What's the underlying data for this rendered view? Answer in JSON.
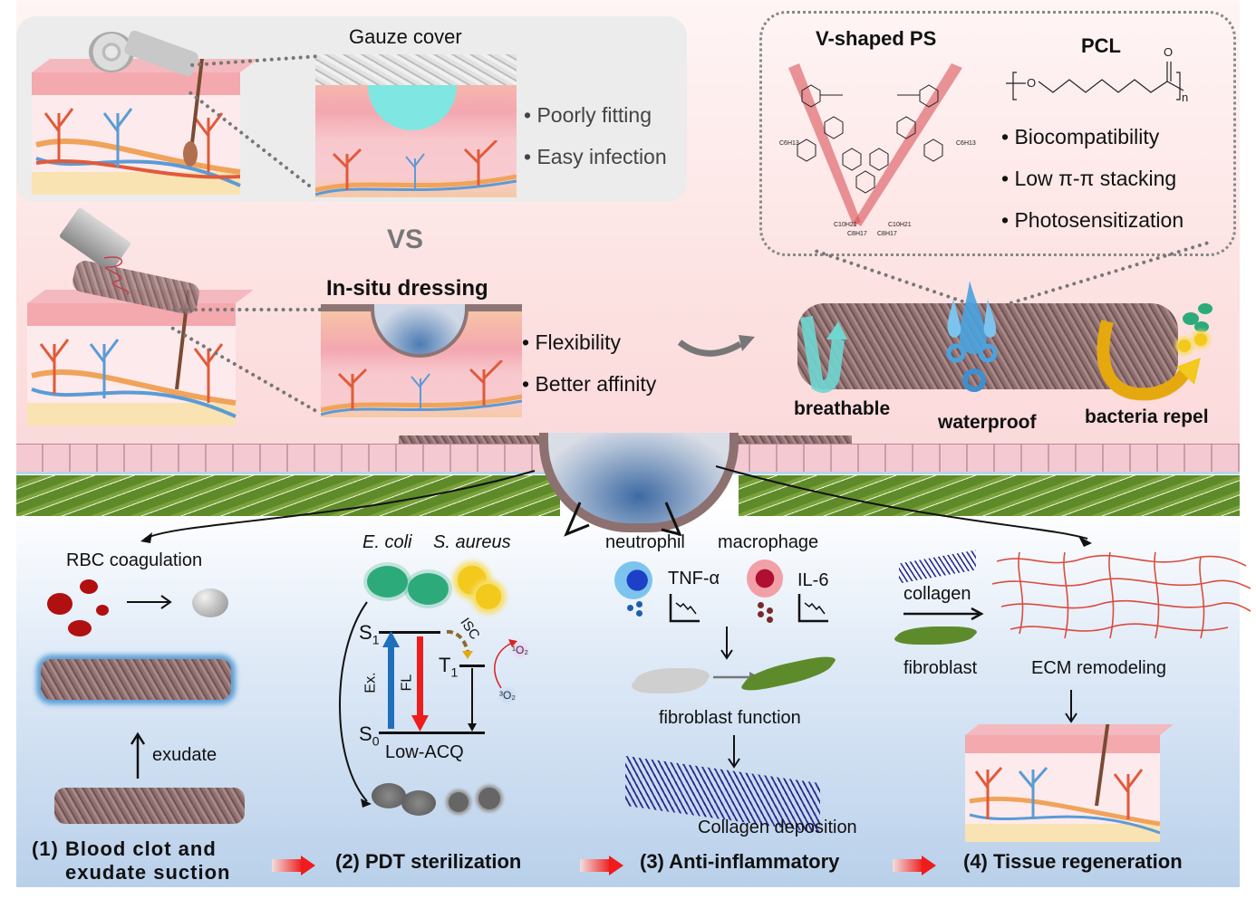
{
  "top_left": {
    "gauze": {
      "title": "Gauze cover",
      "bullets": [
        "• Poorly fitting",
        "• Easy infection"
      ]
    },
    "vs_label": "VS",
    "insitu": {
      "title": "In-situ dressing",
      "bullets": [
        "• Flexibility",
        "• Better affinity"
      ]
    }
  },
  "top_right": {
    "ps_title": "V-shaped PS",
    "pcl_title": "PCL",
    "pcl_subscript": "n",
    "pcl_oxygen": "O",
    "ps_substituents": [
      "C6H13",
      "C10H21",
      "C8H17"
    ],
    "bullets": [
      "• Biocompatibility",
      "• Low π-π stacking",
      "• Photosensitization"
    ],
    "properties": [
      "breathable",
      "waterproof",
      "bacteria repel"
    ]
  },
  "panels": {
    "p1": {
      "rbc_label": "RBC coagulation",
      "exudate_label": "exudate",
      "step_line1": "(1) Blood clot and",
      "step_line2": "exudate suction"
    },
    "p2": {
      "bacteria": [
        "E. coli",
        "S. aureus"
      ],
      "levels": {
        "s1": "S",
        "s1_sub": "1",
        "s0": "S",
        "s0_sub": "0",
        "t1": "T",
        "t1_sub": "1"
      },
      "ex_label": "Ex.",
      "fl_label": "FL",
      "isc_label": "ISC",
      "singlet_o2": "¹O₂",
      "triplet_o2": "³O₂",
      "acq_label": "Low-ACQ",
      "step_label": "(2) PDT sterilization"
    },
    "p3": {
      "cells": [
        "neutrophil",
        "macrophage"
      ],
      "cytokines": [
        "TNF-α",
        "IL-6"
      ],
      "fibroblast_label": "fibroblast function",
      "collagen_label": "Collagen deposition",
      "step_label": "(3) Anti-inflammatory"
    },
    "p4": {
      "collagen_label": "collagen",
      "fibroblast_label": "fibroblast",
      "ecm_label": "ECM remodeling",
      "step_label": "(4) Tissue regeneration"
    }
  },
  "colors": {
    "excitation": "#1f6fba",
    "fluorescence": "#ee1c1c",
    "isc": "#c8900f",
    "ecoli": "#2daa7a",
    "saureus": "#f2c91c",
    "collagen": "#2e2f8f",
    "fibroblast": "#5d8b2b",
    "breathable": "#6fd6d0",
    "bacteria_repel": "#e5a90f"
  }
}
